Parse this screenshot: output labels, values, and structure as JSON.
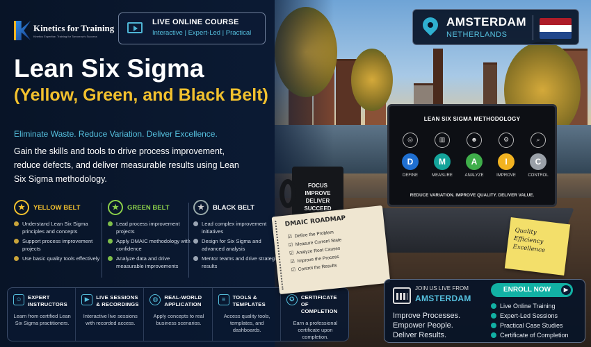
{
  "brand": {
    "name": "Kinetics for Training",
    "tagline": "Kinetics Expertise, Training for Tomorrow's Success"
  },
  "course_badge": {
    "title": "LIVE ONLINE COURSE",
    "subtitle": "Interactive | Expert-Led | Practical",
    "icon": "video-play-icon"
  },
  "headline": {
    "line1": "Lean Six Sigma",
    "line2": "(Yellow, Green, and Black Belt)"
  },
  "tagline": "Eliminate Waste. Reduce Variation. Deliver Excellence.",
  "description": "Gain the skills and tools to drive process improvement, reduce defects, and deliver measurable results using Lean Six Sigma methodology.",
  "belts": [
    {
      "title": "YELLOW BELT",
      "color": "#f2c12e",
      "items": [
        "Understand Lean Six Sigma principles and concepts",
        "Support process improvement projects",
        "Use basic quality tools effectively"
      ]
    },
    {
      "title": "GREEN BELT",
      "color": "#8bcf4a",
      "items": [
        "Lead process improvement projects",
        "Apply DMAIC methodology with confidence",
        "Analyze data and drive measurable improvements"
      ]
    },
    {
      "title": "BLACK BELT",
      "color": "#ffffff",
      "items": [
        "Lead complex improvement initiatives",
        "Design for Six Sigma and advanced analysis",
        "Mentor teams and drive strategic results"
      ]
    }
  ],
  "features": [
    {
      "title": "EXPERT INSTRUCTORS",
      "desc": "Learn from certified Lean Six Sigma practitioners.",
      "icon": "instructor-icon"
    },
    {
      "title": "LIVE SESSIONS & RECORDINGS",
      "desc": "Interactive live sessions with recorded access.",
      "icon": "video-icon"
    },
    {
      "title": "REAL-WORLD APPLICATION",
      "desc": "Apply concepts to real business scenarios.",
      "icon": "globe-icon"
    },
    {
      "title": "TOOLS & TEMPLATES",
      "desc": "Access quality tools, templates, and dashboards.",
      "icon": "document-icon"
    },
    {
      "title": "CERTIFICATE OF COMPLETION",
      "desc": "Earn a professional certificate upon completion.",
      "icon": "certificate-icon"
    }
  ],
  "location": {
    "city": "AMSTERDAM",
    "country": "NETHERLANDS",
    "flag": [
      "#ae1c28",
      "#ffffff",
      "#21468b"
    ]
  },
  "methodology": {
    "title": "LEAN SIX SIGMA METHODOLOGY",
    "steps": [
      {
        "letter": "D",
        "label": "DEFINE",
        "color": "#1f6fd1",
        "icon": "target-icon"
      },
      {
        "letter": "M",
        "label": "MEASURE",
        "color": "#14a39a",
        "icon": "chart-icon"
      },
      {
        "letter": "A",
        "label": "ANALYZE",
        "color": "#3fae4a",
        "icon": "person-icon"
      },
      {
        "letter": "I",
        "label": "IMPROVE",
        "color": "#f2b321",
        "icon": "gear-icon"
      },
      {
        "letter": "C",
        "label": "CONTROL",
        "color": "#9aa0a8",
        "icon": "magnifier-icon"
      }
    ],
    "tagline": "REDUCE VARIATION. IMPROVE QUALITY. DELIVER VALUE."
  },
  "mug": {
    "lines": [
      "FOCUS",
      "IMPROVE",
      "DELIVER",
      "SUCCEED"
    ]
  },
  "notebook": {
    "title": "DMAIC ROADMAP",
    "items": [
      "Define the Problem",
      "Measure Current State",
      "Analyze Root Causes",
      "Improve the Process",
      "Control the Results"
    ]
  },
  "sticky": {
    "lines": [
      "Quality",
      "Efficiency",
      "Excellence"
    ]
  },
  "join": {
    "label": "JOIN US LIVE FROM",
    "city": "AMSTERDAM",
    "lines": [
      "Improve Processes.",
      "Empower People.",
      "Deliver Results."
    ]
  },
  "enroll": {
    "label": "ENROLL NOW",
    "items": [
      "Live Online Training",
      "Expert-Led Sessions",
      "Practical Case Studies",
      "Certificate of Completion"
    ]
  }
}
